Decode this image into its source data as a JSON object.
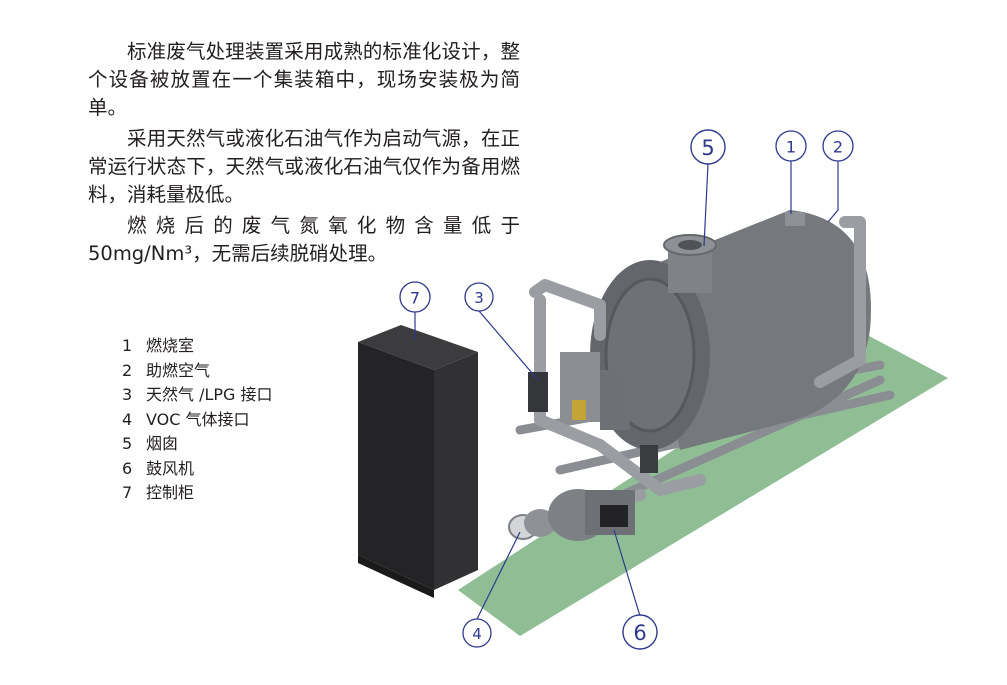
{
  "intro": {
    "paragraphs": [
      "标准废气处理装置采用成熟的标准化设计，整个设备被放置在一个集装箱中，现场安装极为简单。",
      "采用天然气或液化石油气作为启动气源，在正常运行状态下，天然气或液化石油气仅作为备用燃料，消耗量极低。",
      "燃烧后的废气氮氧化物含量低于50mg/Nm³，无需后续脱硝处理。"
    ]
  },
  "legend": {
    "items": [
      {
        "num": "1",
        "label": "燃烧室"
      },
      {
        "num": "2",
        "label": "助燃空气"
      },
      {
        "num": "3",
        "label": "天然气 /LPG 接口"
      },
      {
        "num": "4",
        "label": "VOC 气体接口"
      },
      {
        "num": "5",
        "label": "烟囱"
      },
      {
        "num": "6",
        "label": "鼓风机"
      },
      {
        "num": "7",
        "label": "控制柜"
      }
    ]
  },
  "figure": {
    "callouts": [
      "1",
      "2",
      "3",
      "4",
      "5",
      "6",
      "7"
    ],
    "colors": {
      "floor": "#8fbe95",
      "tank": "#7b7e82",
      "tank_dark": "#5d6064",
      "pipe": "#9a9da1",
      "cabinet": "#2b2b2d",
      "callout": "#2e3a8c"
    }
  }
}
